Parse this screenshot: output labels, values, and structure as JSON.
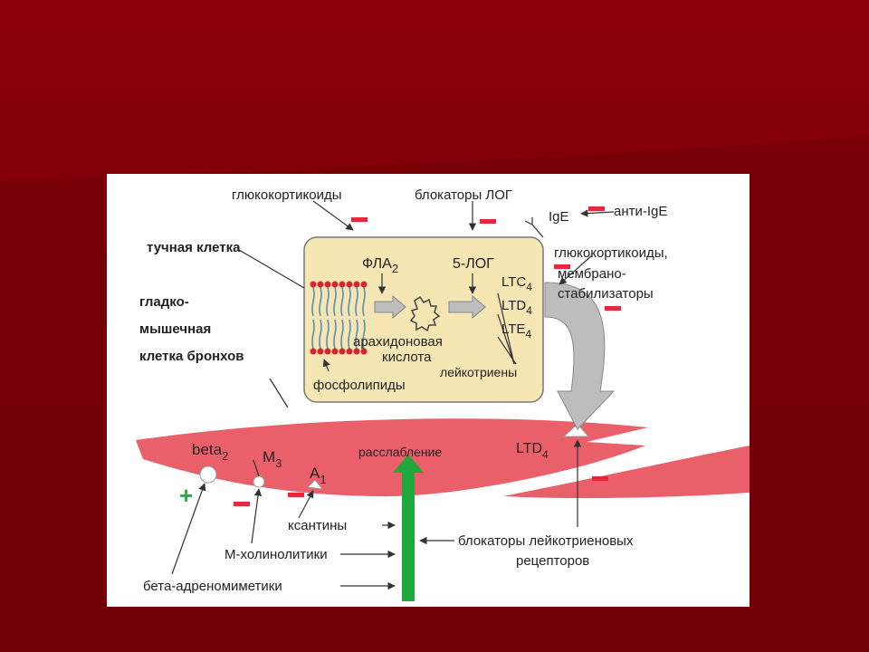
{
  "diagram": {
    "mast_cell_label": "тучная клетка",
    "smooth_muscle_label_1": "гладко-",
    "smooth_muscle_label_2": "мышечная",
    "smooth_muscle_label_3": "клетка бронхов",
    "glucocorticoids_top": "глюкокортикоиды",
    "log_blockers": "блокаторы ЛОГ",
    "ige": "IgE",
    "anti_ige": "анти-IgE",
    "glucocorticoids_right": "глюкокортикоиды,",
    "membrane_1": "мембрано-",
    "membrane_2": "стабилизаторы",
    "fla": "ФЛА",
    "fla_sub": "2",
    "five_log": "5-ЛОГ",
    "ltc": "LTC",
    "ltc_sub": "4",
    "ltd": "LTD",
    "ltd_sub": "4",
    "lte": "LTE",
    "lte_sub": "4",
    "arachidonic_1": "арахидоновая",
    "arachidonic_2": "кислота",
    "leukotrienes": "лейкотриены",
    "phospholipids": "фосфолипиды",
    "beta": "beta",
    "beta_sub": "2",
    "m": "M",
    "m_sub": "3",
    "a": "A",
    "a_sub": "1",
    "relaxation": "расслабление",
    "ltd_receptor": "LTD",
    "ltd_receptor_sub": "4",
    "xanthines": "ксантины",
    "m_cholinolytics": "М-холинолитики",
    "beta_adrenomimetics": "бета-адреномиметики",
    "lt_receptor_blockers_1": "блокаторы лейкотриеновых",
    "lt_receptor_blockers_2": "рецепторов",
    "plus": "+"
  },
  "colors": {
    "background": "#7a0006",
    "cell_fill": "#f5e6b4",
    "muscle_fill": "#e9606a",
    "minus": "#e8283a",
    "plus": "#2fa84a",
    "green_arrow": "#1fa83c",
    "gray_arrow": "#b8b8b8"
  }
}
